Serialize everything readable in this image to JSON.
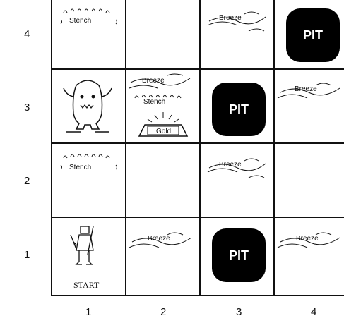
{
  "row_labels": [
    "4",
    "3",
    "2",
    "1"
  ],
  "col_labels": [
    "1",
    "2",
    "3",
    "4"
  ],
  "percepts": {
    "stench": "Stench",
    "breeze": "Breeze",
    "pit": "PIT",
    "gold": "Gold",
    "start": "START"
  },
  "cells": [
    {
      "row": "4",
      "col": "1",
      "contents": [
        "Stench"
      ]
    },
    {
      "row": "4",
      "col": "2",
      "contents": []
    },
    {
      "row": "4",
      "col": "3",
      "contents": [
        "Breeze"
      ]
    },
    {
      "row": "4",
      "col": "4",
      "contents": [
        "PIT"
      ]
    },
    {
      "row": "3",
      "col": "1",
      "contents": [
        "wumpus"
      ]
    },
    {
      "row": "3",
      "col": "2",
      "contents": [
        "Breeze",
        "Stench",
        "Gold"
      ]
    },
    {
      "row": "3",
      "col": "3",
      "contents": [
        "PIT"
      ]
    },
    {
      "row": "3",
      "col": "4",
      "contents": [
        "Breeze"
      ]
    },
    {
      "row": "2",
      "col": "1",
      "contents": [
        "Stench"
      ]
    },
    {
      "row": "2",
      "col": "2",
      "contents": []
    },
    {
      "row": "2",
      "col": "3",
      "contents": [
        "Breeze"
      ]
    },
    {
      "row": "2",
      "col": "4",
      "contents": []
    },
    {
      "row": "1",
      "col": "1",
      "contents": [
        "agent",
        "START"
      ]
    },
    {
      "row": "1",
      "col": "2",
      "contents": [
        "Breeze"
      ]
    },
    {
      "row": "1",
      "col": "3",
      "contents": [
        "PIT"
      ]
    },
    {
      "row": "1",
      "col": "4",
      "contents": [
        "Breeze"
      ]
    }
  ],
  "icons": {
    "wumpus": "wumpus-icon",
    "agent": "agent-icon",
    "gold": "gold-icon",
    "stench": "stench-lines-icon",
    "breeze": "breeze-lines-icon"
  }
}
